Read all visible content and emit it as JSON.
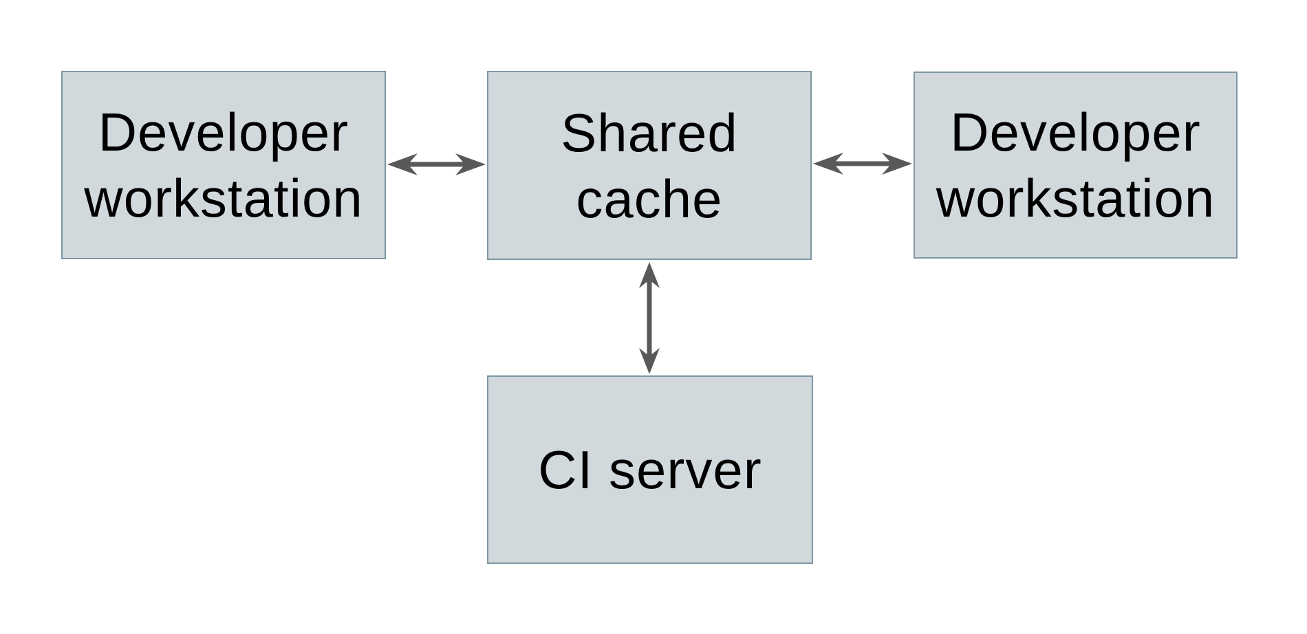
{
  "diagram": {
    "type": "architecture-diagram",
    "nodes": [
      {
        "id": "developer-workstation-left",
        "label": "Developer\nworkstation"
      },
      {
        "id": "shared-cache",
        "label": "Shared\ncache"
      },
      {
        "id": "developer-workstation-right",
        "label": "Developer\nworkstation"
      },
      {
        "id": "ci-server",
        "label": "CI server"
      }
    ],
    "edges": [
      {
        "from": "developer-workstation-left",
        "to": "shared-cache",
        "type": "bidirectional-arrow"
      },
      {
        "from": "shared-cache",
        "to": "developer-workstation-right",
        "type": "bidirectional-arrow"
      },
      {
        "from": "shared-cache",
        "to": "ci-server",
        "type": "bidirectional-arrow"
      }
    ]
  },
  "colors": {
    "background": "#ffffff",
    "node_fill": "#d2d9dc",
    "node_border": "#7c97a3",
    "arrow": "#595959",
    "text": "#000000"
  }
}
